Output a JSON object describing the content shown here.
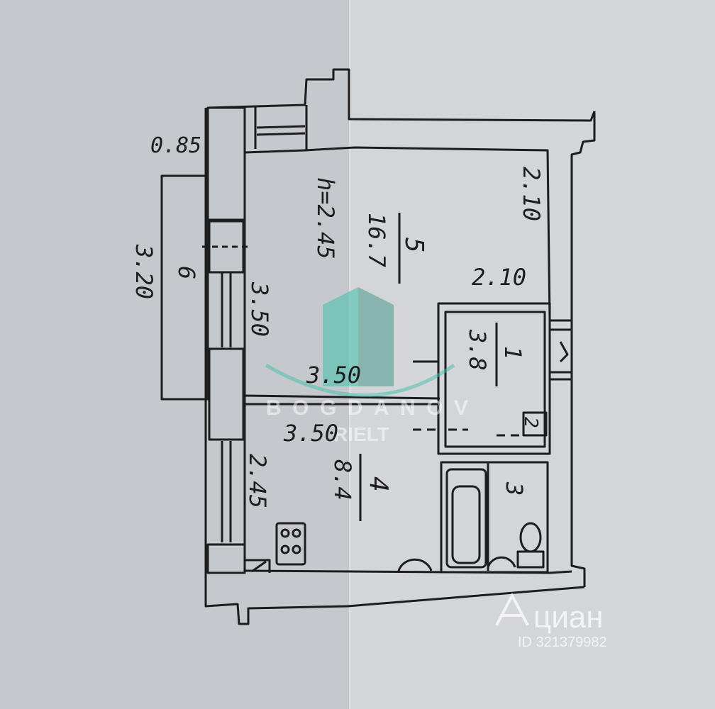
{
  "plan": {
    "ceiling_height": "h=2.45",
    "rooms": [
      {
        "number": "5",
        "area": "16.7"
      },
      {
        "number": "1",
        "area": "3.8"
      },
      {
        "number": "2"
      },
      {
        "number": "3"
      },
      {
        "number": "4",
        "area": "8.4"
      },
      {
        "number": "6"
      }
    ],
    "dimensions": {
      "balcony_top": "0.85",
      "balcony_length": "3.20",
      "room5_right": "2.10",
      "room5_inner": "2.10",
      "room5_left": "3.50",
      "room5_bottom": "3.50",
      "kitchen_top": "3.50",
      "kitchen_left": "2.45"
    }
  },
  "watermarks": {
    "agency_line1": "BOGDANOV",
    "agency_line2": "RIELT",
    "portal_brand": "циан",
    "listing_id": "ID 321379982"
  },
  "colors": {
    "line": "#1d1d1f",
    "paper_left": "#c5c8cc",
    "paper_right": "#d3d5d8",
    "logo_teal": "#3fbfa9"
  }
}
